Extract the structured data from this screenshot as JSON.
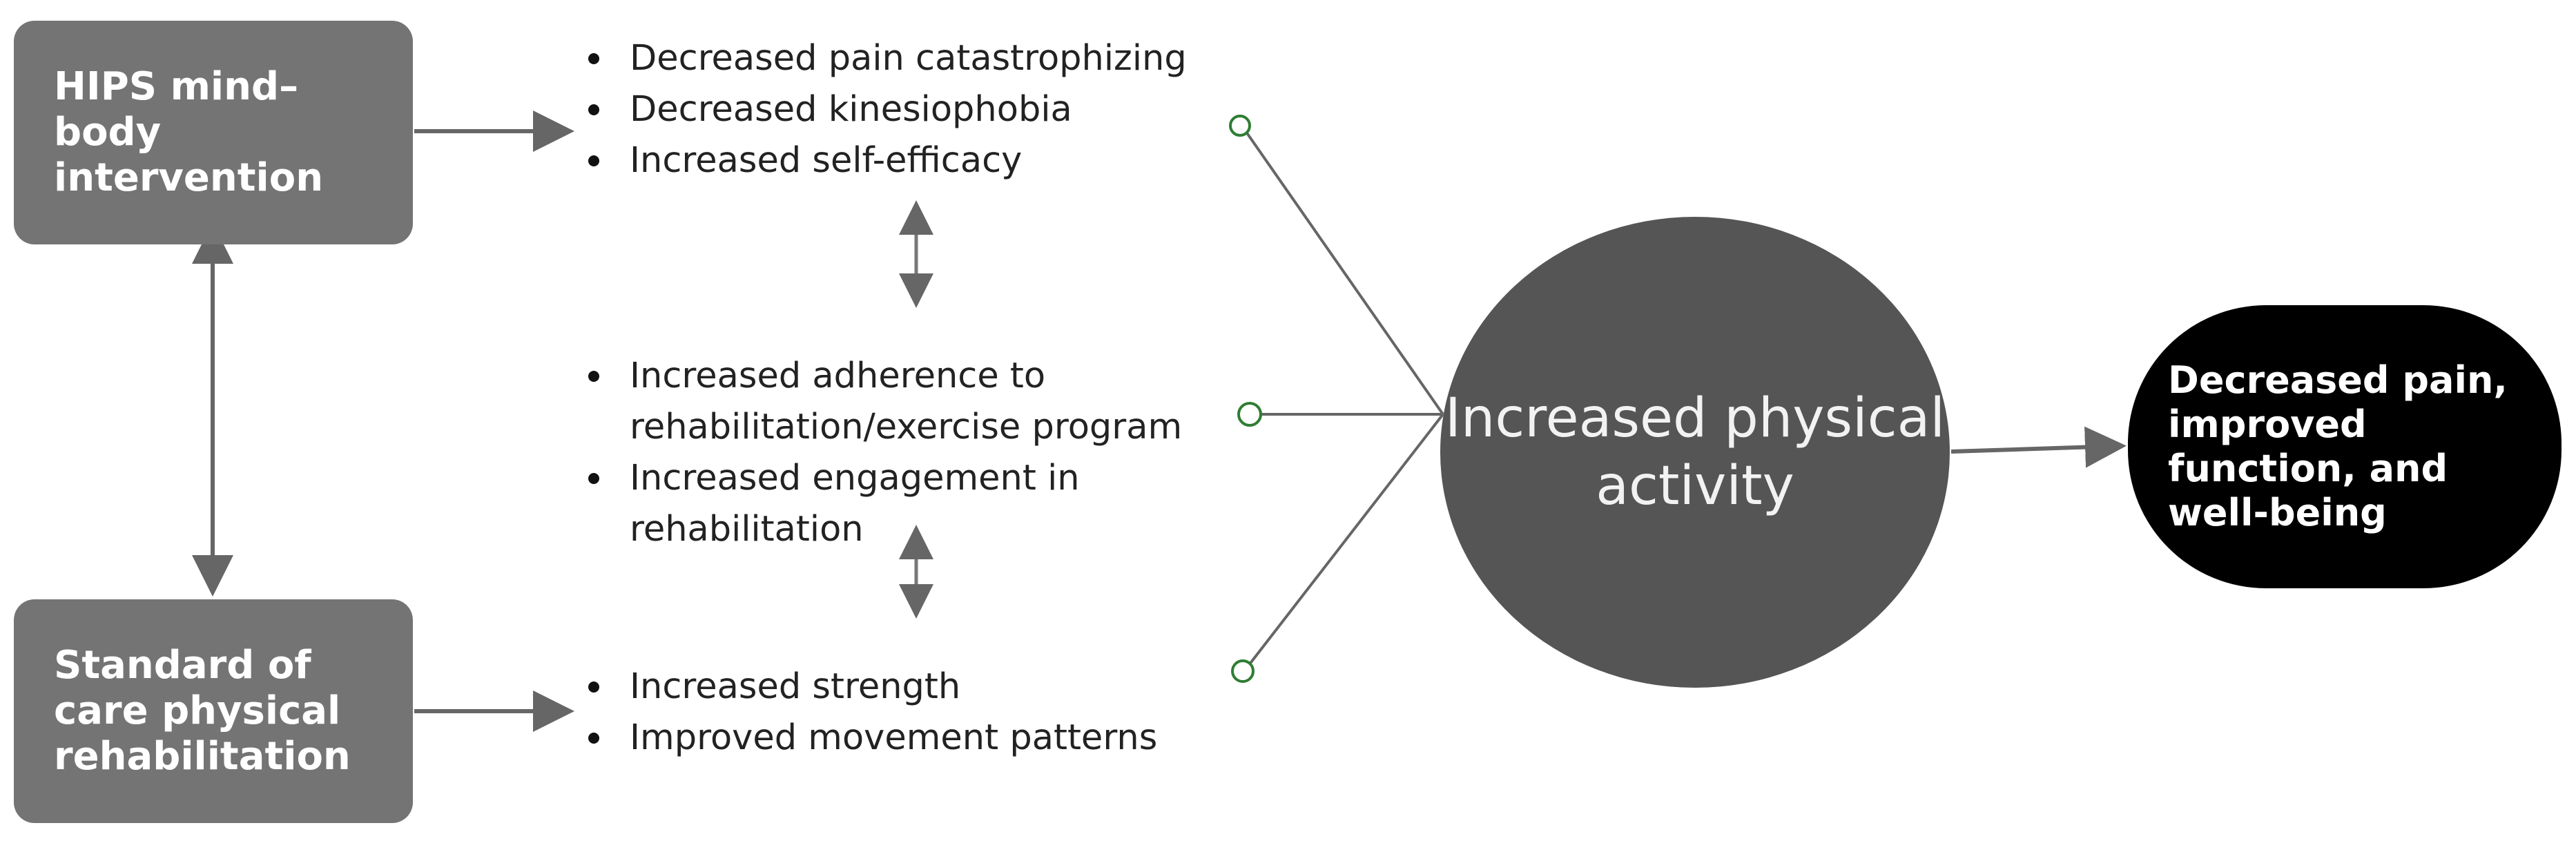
{
  "boxes": {
    "hips": "HIPS mind–body intervention",
    "standard": "Standard of care physical rehabilitation"
  },
  "bullet_groups": {
    "top": [
      "Decreased pain catastrophizing",
      "Decreased kinesiophobia",
      "Increased self-efficacy"
    ],
    "middle": [
      "Increased adherence to rehabilitation/exercise program",
      "Increased engagement in rehabilitation"
    ],
    "bottom": [
      "Increased strength",
      "Improved movement patterns"
    ]
  },
  "central_node": "Increased physical activity",
  "outcome": "Decreased pain, improved function, and well-being",
  "colors": {
    "box_fill": "#747474",
    "circle_fill": "#555555",
    "outcome_fill": "#000000",
    "arrow": "#666666",
    "connector_dot": "#2e7d32"
  }
}
